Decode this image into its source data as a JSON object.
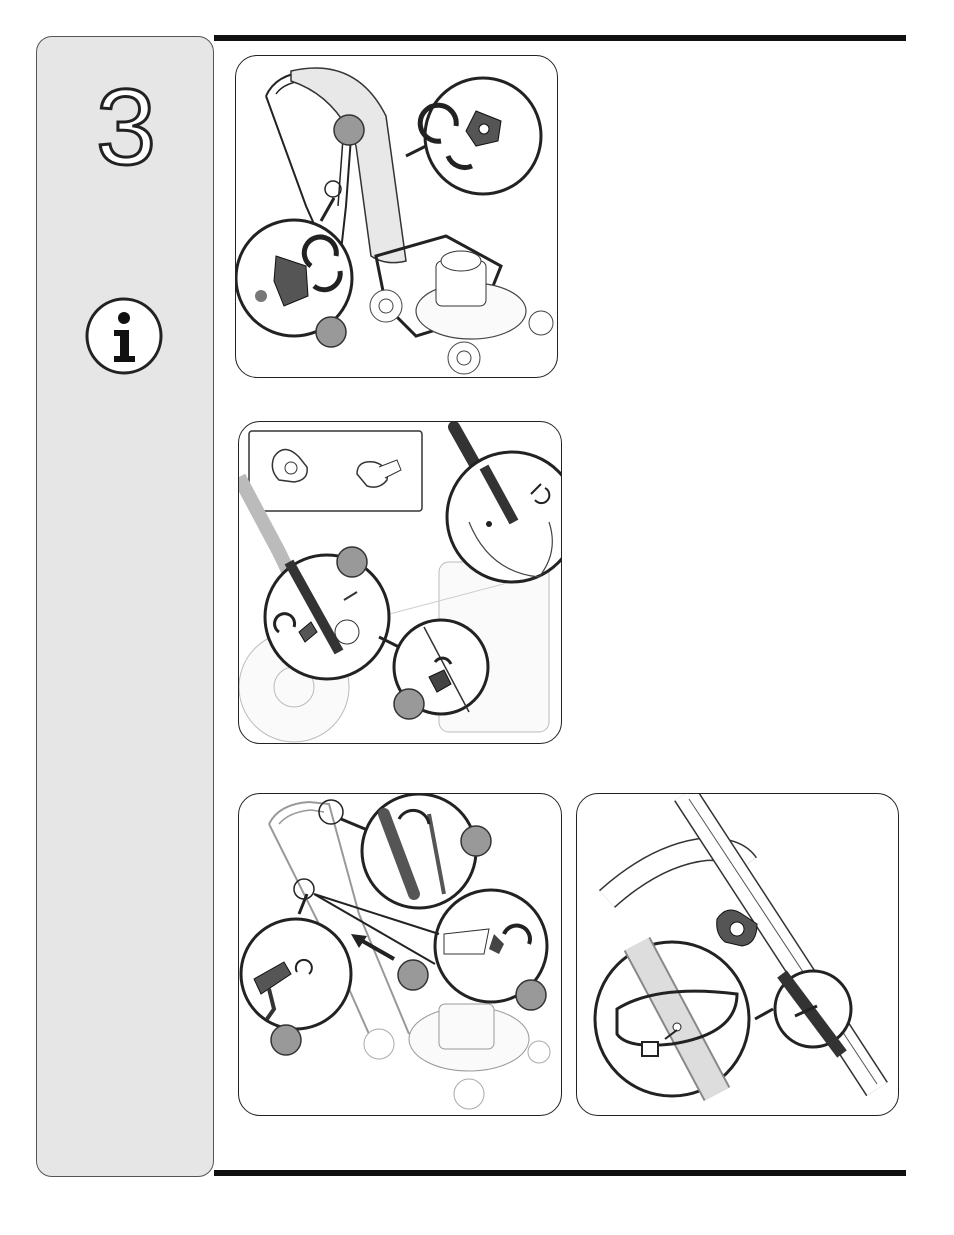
{
  "step": {
    "number": "3"
  },
  "icons": {
    "info": "info-icon"
  },
  "panels": [
    {
      "id": "handle-raise-panel",
      "callouts": 2
    },
    {
      "id": "handle-bolt-panel",
      "callouts": 2,
      "parts": [
        "knob-part-icon",
        "carriage-bolt-part-icon"
      ]
    },
    {
      "id": "cable-routing-panel",
      "callouts": 3
    },
    {
      "id": "cable-tie-panel",
      "callouts": 0
    }
  ],
  "colors": {
    "sidebar": "#e6e6e6",
    "rule": "#111111",
    "callout": "#999999"
  }
}
